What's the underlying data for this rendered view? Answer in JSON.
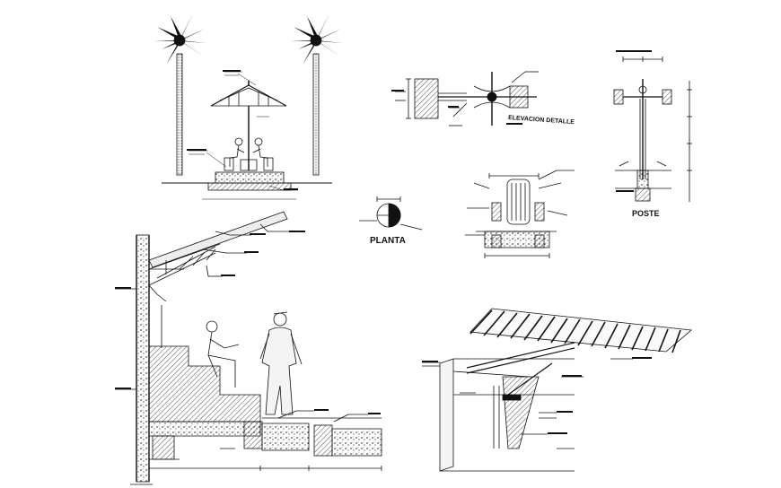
{
  "drawing": {
    "labels": {
      "elevacion_detalle": "ELEVACION DETALLE",
      "planta": "PLANTA",
      "poste": "POSTE"
    },
    "colors": {
      "ink": "#111111",
      "background": "#ffffff"
    }
  }
}
